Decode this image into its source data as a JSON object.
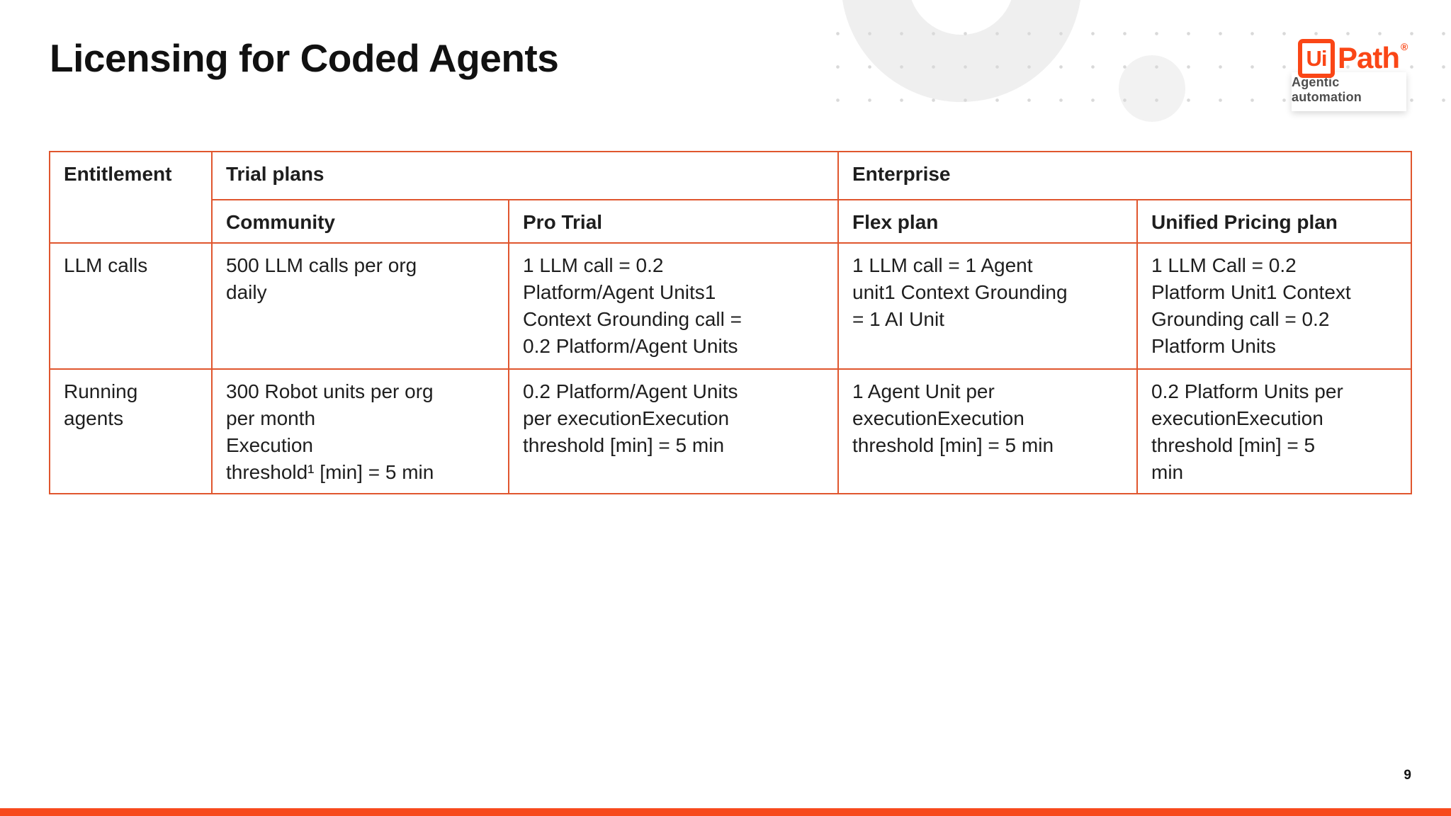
{
  "slide": {
    "title": "Licensing for Coded Agents",
    "page_number": "9"
  },
  "logo": {
    "ui": "Ui",
    "path": "Path",
    "registered": "®",
    "tagline": "Agentic automation"
  },
  "table": {
    "entitlement_header": "Entitlement",
    "groups": [
      {
        "label": "Trial plans"
      },
      {
        "label": "Enterprise"
      }
    ],
    "plan_headers": [
      "Community",
      "Pro Trial",
      "Flex plan",
      "Unified Pricing plan"
    ],
    "rows": [
      {
        "entitlement": "LLM calls",
        "cells": [
          "500 LLM calls per org\ndaily",
          "1 LLM call = 0.2\nPlatform/Agent Units1\nContext Grounding call =\n0.2 Platform/Agent Units",
          "1 LLM call = 1 Agent\nunit1 Context Grounding\n= 1 AI Unit",
          "1 LLM Call = 0.2\nPlatform Unit1 Context\nGrounding call = 0.2\nPlatform Units"
        ]
      },
      {
        "entitlement": "Running\nagents",
        "cells": [
          "300 Robot units per org\nper month\nExecution\nthreshold¹ [min] = 5 min",
          "0.2 Platform/Agent Units\nper executionExecution\nthreshold [min] = 5 min",
          "1 Agent Unit per\nexecutionExecution\nthreshold [min] = 5 min",
          "0.2 Platform Units per\nexecutionExecution\nthreshold [min] = 5\nmin"
        ]
      }
    ]
  },
  "colors": {
    "accent_orange": "#FA4616",
    "table_border": "#E0562E",
    "footer_bar": "#F74A1D"
  }
}
